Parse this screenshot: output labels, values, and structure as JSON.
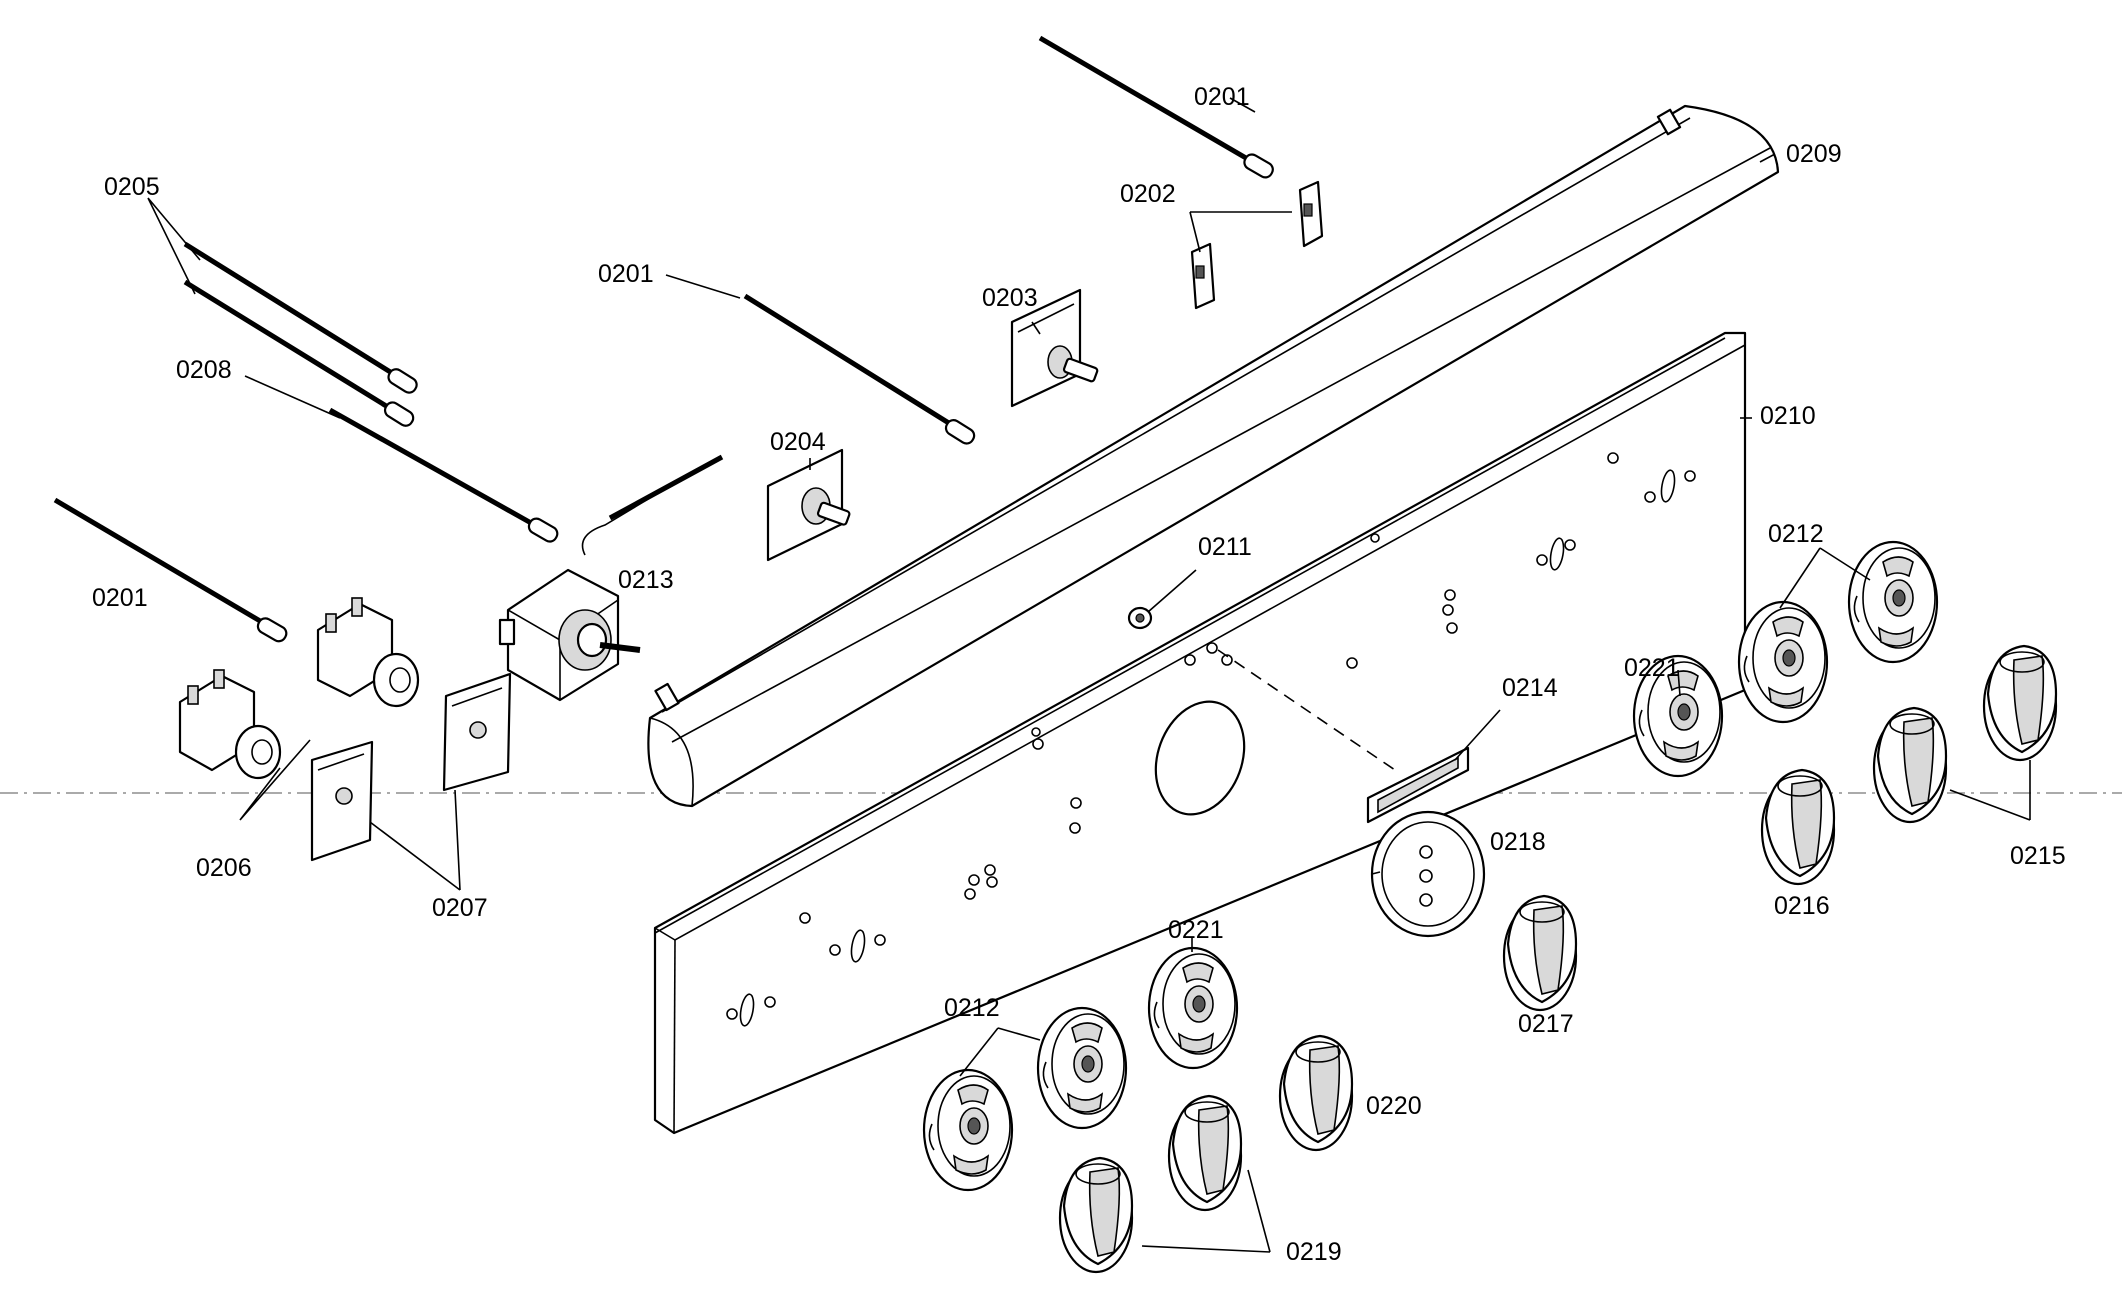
{
  "labels": {
    "c0201_top": "0201",
    "c0201_mid": "0201",
    "c0201_left": "0201",
    "c0202": "0202",
    "c0203": "0203",
    "c0204": "0204",
    "c0205": "0205",
    "c0206": "0206",
    "c0207": "0207",
    "c0208": "0208",
    "c0209": "0209",
    "c0210": "0210",
    "c0211": "0211",
    "c0212_right": "0212",
    "c0212_left": "0212",
    "c0213": "0213",
    "c0214": "0214",
    "c0215": "0215",
    "c0216": "0216",
    "c0217": "0217",
    "c0218": "0218",
    "c0219": "0219",
    "c0220": "0220",
    "c0221_right": "0221",
    "c0221_left": "0221"
  }
}
